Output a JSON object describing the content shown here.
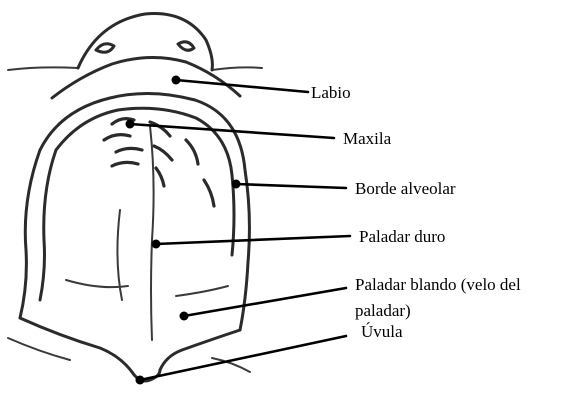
{
  "labels": {
    "labio": "Labio",
    "maxila": "Maxila",
    "borde_alveolar": "Borde alveolar",
    "paladar_duro": "Paladar duro",
    "paladar_blando_line1": "Paladar blando (velo del",
    "paladar_blando_line2": "paladar)",
    "uvula": "Úvula"
  }
}
